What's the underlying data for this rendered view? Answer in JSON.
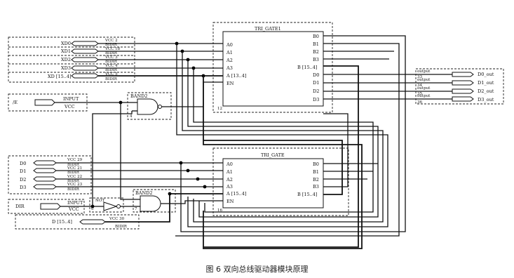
{
  "caption": "图 6   双向总线驱动器模块原理",
  "tri_gate1": {
    "name": "TRI_GATE1",
    "inputs": [
      "A0",
      "A1",
      "A2",
      "A3",
      "A [13..4]",
      "EN"
    ],
    "outputs": [
      "B0",
      "B1",
      "B2",
      "B3",
      "B [15..4]",
      "D0",
      "D1",
      "D2",
      "D3"
    ],
    "id": "12"
  },
  "tri_gate": {
    "name": "TRI_GATE",
    "inputs": [
      "A0",
      "A1",
      "A2",
      "A3",
      "A [15..4]",
      "EN"
    ],
    "outputs": [
      "B0",
      "B1",
      "B2",
      "B3",
      "B [15..4]"
    ],
    "id": "16"
  },
  "xd_pins": [
    {
      "name": "XD0",
      "vcc": "VCC  2",
      "type": "BIDIR"
    },
    {
      "name": "XD1",
      "vcc": "VCC  18",
      "type": "BIDIR"
    },
    {
      "name": "XD2",
      "vcc": "VCC  3",
      "type": "BIDIR"
    },
    {
      "name": "XD3",
      "vcc": "VCC  4",
      "type": "BIDIR"
    },
    {
      "name": "XD [15..4]",
      "vcc": "VCC  5",
      "type": "BIDIR"
    }
  ],
  "input_e": {
    "name": "/E",
    "type": "INPUT",
    "vcc": "VCC"
  },
  "band2": {
    "name": "BAND2",
    "id": "4"
  },
  "d_pins": [
    {
      "name": "D0",
      "vcc": "VCC  29",
      "type": "BIDIR"
    },
    {
      "name": "D1",
      "vcc": "VCC  21",
      "type": "BIDIR"
    },
    {
      "name": "D2",
      "vcc": "VCC  22",
      "type": "BIDIR"
    },
    {
      "name": "D3",
      "vcc": "VCC  23",
      "type": "BIDIR"
    }
  ],
  "input_dir": {
    "name": "DIR",
    "type": "INPUT",
    "vcc": "VCC"
  },
  "not_gate": {
    "name": "NOT",
    "id": "6"
  },
  "band2b": {
    "name": "BAND2",
    "id": "7"
  },
  "d_bus": {
    "name": "D [15..4]",
    "vcc": "VCC  30",
    "type": "BIDIR"
  },
  "outputs": [
    {
      "name": "D0_out",
      "type": "output",
      "id": "33"
    },
    {
      "name": "D1_out",
      "type": "output",
      "id": "34"
    },
    {
      "name": "D2_out",
      "type": "output",
      "id": "35"
    },
    {
      "name": "D3_out",
      "type": "output",
      "id": "36"
    }
  ]
}
